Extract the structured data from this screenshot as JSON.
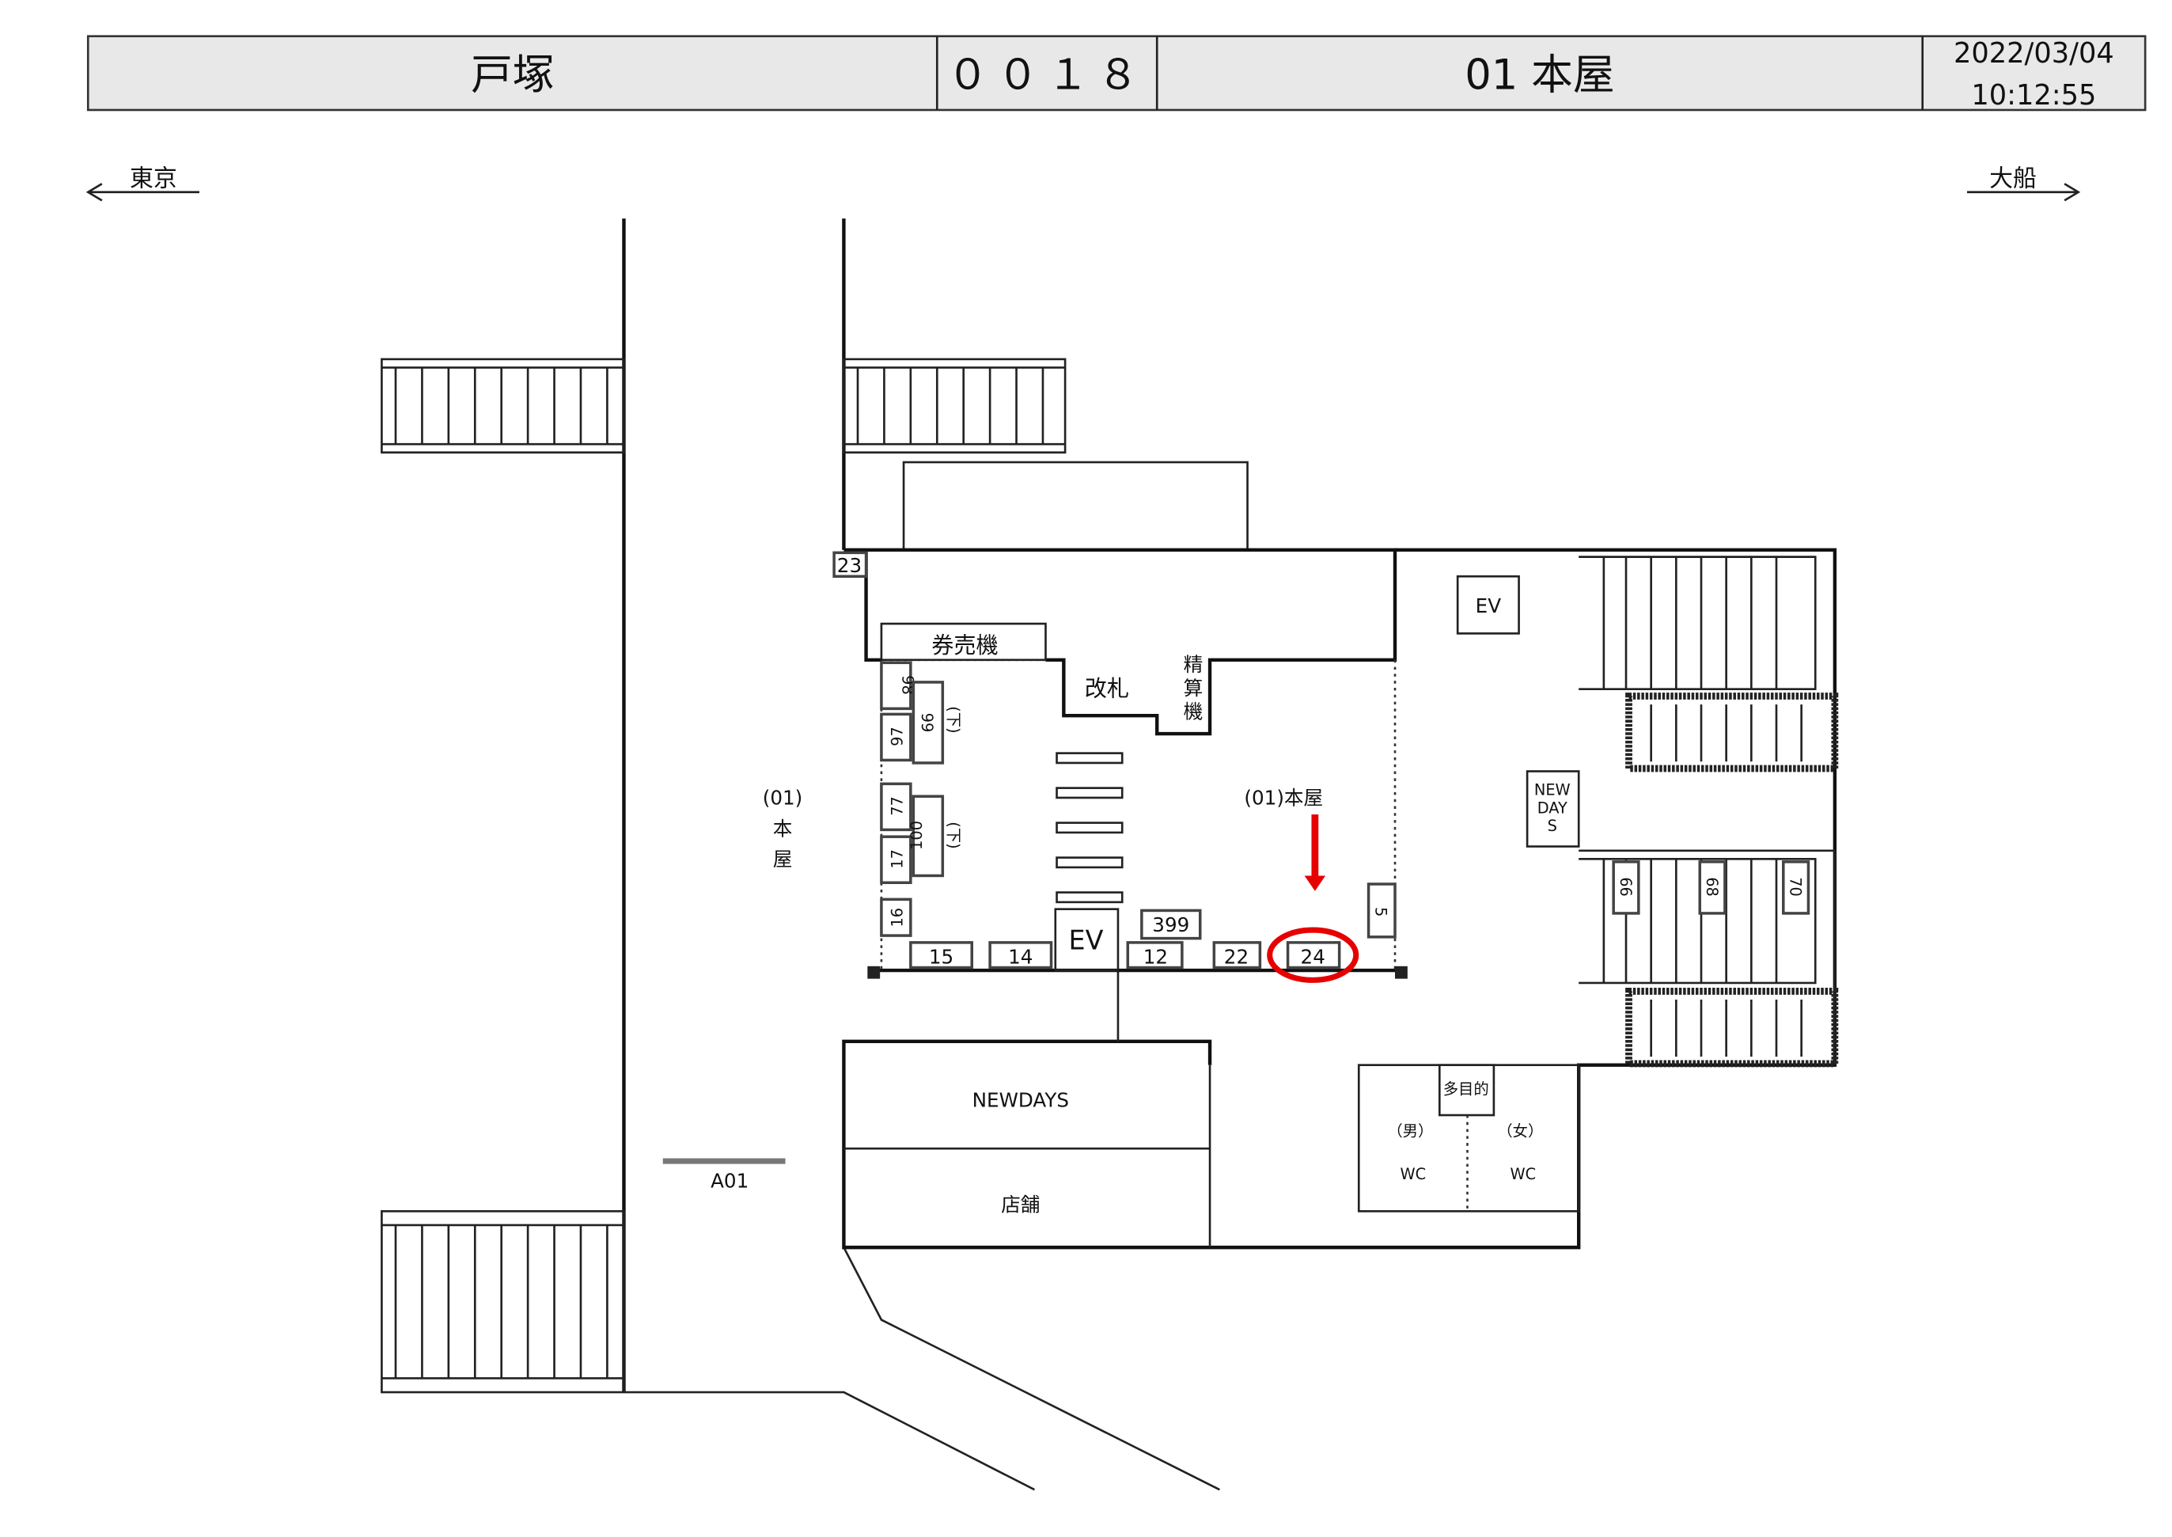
{
  "header": {
    "station": "戸塚",
    "station_code": "００１８",
    "location": "01 本屋",
    "date": "2022/03/04",
    "time": "10:12:55"
  },
  "directions": {
    "left": "東京",
    "right": "大船"
  },
  "map": {
    "area_label_vertical": [
      "(01)",
      "本",
      "屋"
    ],
    "area_label_marker": "(01)本屋",
    "ticket_machine": "券売機",
    "gate": "改札",
    "fare_adjust": [
      "精",
      "算",
      "機"
    ],
    "ev": "EV",
    "newdays": "NEWDAYS",
    "shop": "店舗",
    "newdays_kiosk": [
      "NEW",
      "DAY",
      "S"
    ],
    "multipurpose": "多目的",
    "men": "（男）",
    "women": "（女）",
    "wc": "WC",
    "platform_marker": "A01",
    "down": "(下)",
    "signs": [
      "23",
      "98",
      "97",
      "99",
      "77",
      "17",
      "100",
      "16",
      "15",
      "14",
      "12",
      "399",
      "22",
      "24",
      "5",
      "66",
      "68",
      "70"
    ],
    "highlighted_sign": "24"
  },
  "colors": {
    "highlight": "#e60000",
    "header_bg": "#e8e8e8"
  }
}
